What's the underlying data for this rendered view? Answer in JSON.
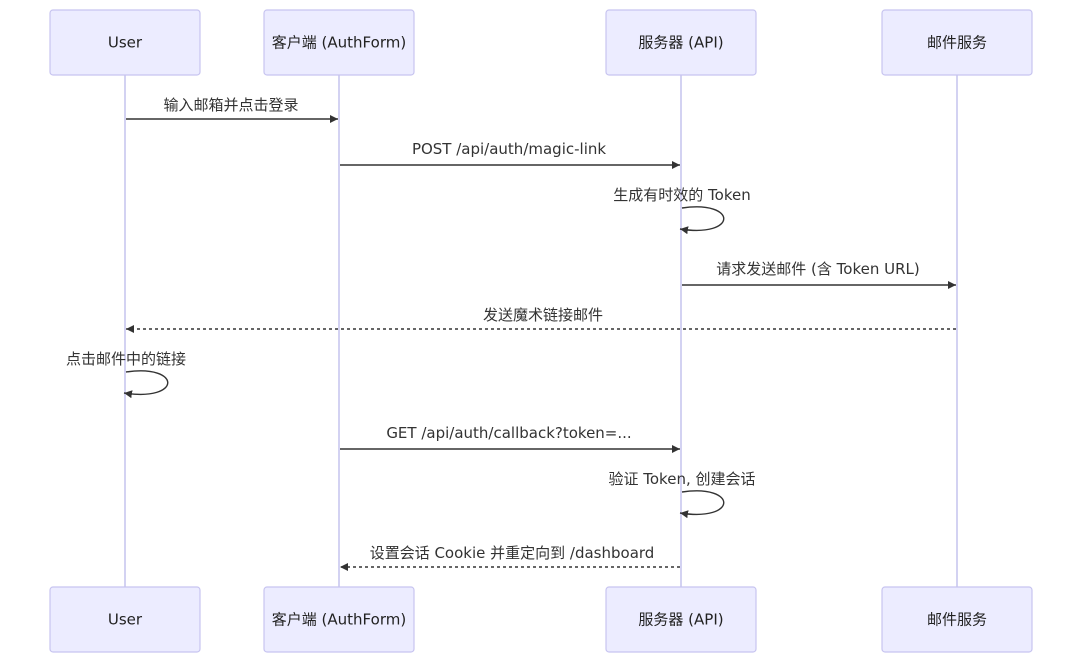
{
  "diagram": {
    "type": "sequence",
    "actors": [
      {
        "id": "user",
        "label": "User"
      },
      {
        "id": "client",
        "label": "客户端 (AuthForm)"
      },
      {
        "id": "server",
        "label": "服务器 (API)"
      },
      {
        "id": "mail",
        "label": "邮件服务"
      }
    ],
    "messages": [
      {
        "from": "user",
        "to": "client",
        "label": "输入邮箱并点击登录",
        "style": "solid"
      },
      {
        "from": "client",
        "to": "server",
        "label": "POST /api/auth/magic-link",
        "style": "solid"
      },
      {
        "from": "server",
        "to": "server",
        "label": "生成有时效的 Token",
        "style": "solid"
      },
      {
        "from": "server",
        "to": "mail",
        "label": "请求发送邮件 (含 Token URL)",
        "style": "solid"
      },
      {
        "from": "mail",
        "to": "user",
        "label": "发送魔术链接邮件",
        "style": "dashed"
      },
      {
        "from": "user",
        "to": "user",
        "label": "点击邮件中的链接",
        "style": "solid"
      },
      {
        "from": "client",
        "to": "server",
        "label": "GET /api/auth/callback?token=...",
        "style": "solid"
      },
      {
        "from": "server",
        "to": "server",
        "label": "验证 Token, 创建会话",
        "style": "solid"
      },
      {
        "from": "server",
        "to": "client",
        "label": "设置会话 Cookie 并重定向到 /dashboard",
        "style": "dashed"
      }
    ],
    "colors": {
      "actor_fill": "#ececff",
      "actor_stroke": "#c7c4f0",
      "lifeline": "#c8c6ee",
      "message": "#333333"
    }
  }
}
